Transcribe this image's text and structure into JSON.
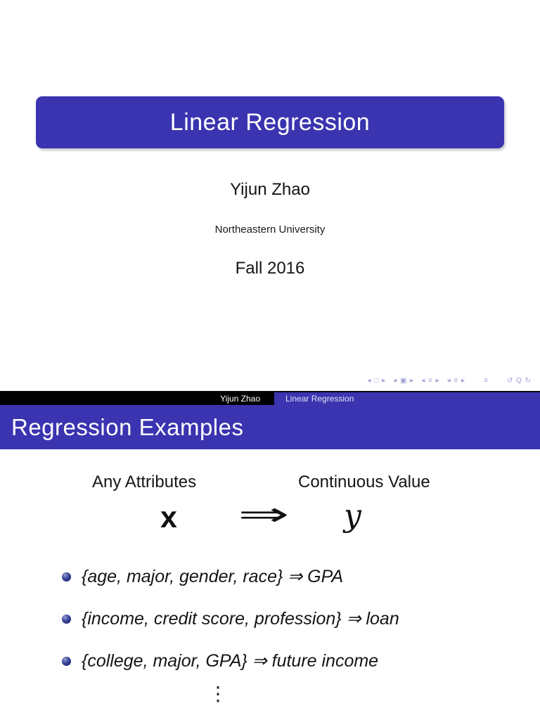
{
  "theme": {
    "accent": "#3a34b0",
    "nav": "#a0a0d8",
    "text": "#1b1b1b",
    "ball": "#232d7e",
    "footline_text": "#e4e4f6"
  },
  "slide1": {
    "title": "Linear Regression",
    "author": "Yijun Zhao",
    "institute": "Northeastern University",
    "date": "Fall 2016",
    "footline": {
      "left": "Yijun Zhao",
      "right": "Linear Regression"
    },
    "nav_groups": [
      "◂ □ ▸",
      "◂ ▣ ▸",
      "◂ ≡ ▸",
      "◂ ≡ ▸",
      "≡",
      "↺ Q ↻"
    ]
  },
  "slide2": {
    "headline": "Regression Examples",
    "left_label": "Any Attributes",
    "right_label": "Continuous Value",
    "mapping": {
      "input": "x",
      "arrow": "⇒",
      "output": "y"
    },
    "bullets": [
      "{age, major, gender, race} ⇒ GPA",
      "{income, credit score, profession} ⇒ loan",
      "{college, major, GPA} ⇒ future income"
    ],
    "ellipsis": "⋮"
  }
}
